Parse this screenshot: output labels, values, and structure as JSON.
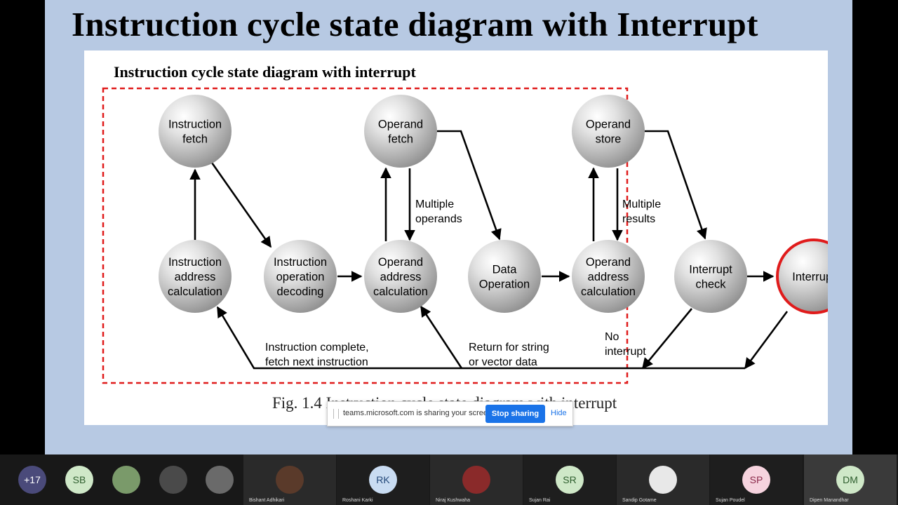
{
  "slide": {
    "title": "Instruction cycle state diagram with Interrupt"
  },
  "figure": {
    "heading": "Instruction cycle state diagram with interrupt",
    "caption": "Fig. 1.4 Instruction cycle state diagram with interrupt",
    "states": [
      {
        "id": "instruction-fetch",
        "lines": [
          "Instruction",
          "fetch"
        ]
      },
      {
        "id": "operand-fetch",
        "lines": [
          "Operand",
          "fetch"
        ]
      },
      {
        "id": "operand-store",
        "lines": [
          "Operand",
          "store"
        ]
      },
      {
        "id": "instruction-address-calculation",
        "lines": [
          "Instruction",
          "address",
          "calculation"
        ]
      },
      {
        "id": "instruction-operation-decoding",
        "lines": [
          "Instruction",
          "operation",
          "decoding"
        ]
      },
      {
        "id": "operand-address-calculation-1",
        "lines": [
          "Operand",
          "address",
          "calculation"
        ]
      },
      {
        "id": "data-operation",
        "lines": [
          "Data",
          "Operation"
        ]
      },
      {
        "id": "operand-address-calculation-2",
        "lines": [
          "Operand",
          "address",
          "calculation"
        ]
      },
      {
        "id": "interrupt-check",
        "lines": [
          "Interrupt",
          "check"
        ]
      },
      {
        "id": "interrupt",
        "lines": [
          "Interrupt"
        ]
      }
    ],
    "labels": {
      "multiple_operands": [
        "Multiple",
        "operands"
      ],
      "multiple_results": [
        "Multiple",
        "results"
      ],
      "instruction_complete": [
        "Instruction complete,",
        "fetch next instruction"
      ],
      "return_string": [
        "Return for string",
        "or vector data"
      ],
      "no_interrupt": [
        "No",
        "interrupt"
      ]
    }
  },
  "share_banner": {
    "message": "teams.microsoft.com is sharing your screen.",
    "stop_label": "Stop sharing",
    "hide_label": "Hide"
  },
  "participants": {
    "overflow_count": "+17",
    "small_avatars": [
      {
        "initials": "SB",
        "bg": "#cfe8c8",
        "fg": "#2e5e2e"
      },
      {
        "initials": "",
        "bg": "#7a9a6a",
        "fg": "#ffffff"
      },
      {
        "initials": "",
        "bg": "#4a4a4a",
        "fg": "#ffffff"
      },
      {
        "initials": "",
        "bg": "#6a6a6a",
        "fg": "#ffffff"
      }
    ],
    "tiles": [
      {
        "name": "Bishant Adhikari",
        "initials": "",
        "bg": "#5a3a2a",
        "fg": "#ffffff"
      },
      {
        "name": "Roshani Karki",
        "initials": "RK",
        "bg": "#c9dcf2",
        "fg": "#24497a"
      },
      {
        "name": "Niraj Kushwaha",
        "initials": "",
        "bg": "#8a2a2a",
        "fg": "#ffffff"
      },
      {
        "name": "Sujan Rai",
        "initials": "SR",
        "bg": "#cfe8c8",
        "fg": "#2e5e2e"
      },
      {
        "name": "Sandip Gotame",
        "initials": "",
        "bg": "#e8e8e8",
        "fg": "#333333"
      },
      {
        "name": "Sujan Poudel",
        "initials": "SP",
        "bg": "#f6d3de",
        "fg": "#8a2a4a"
      },
      {
        "name": "Dipen Manandhar",
        "initials": "DM",
        "bg": "#cfe8c8",
        "fg": "#2e5e2e"
      }
    ]
  },
  "colors": {
    "slide_bg": "#b7c9e3",
    "dashed_box": "#e01b1b",
    "interrupt_ring": "#e01b1b",
    "share_button": "#1a73e8"
  }
}
